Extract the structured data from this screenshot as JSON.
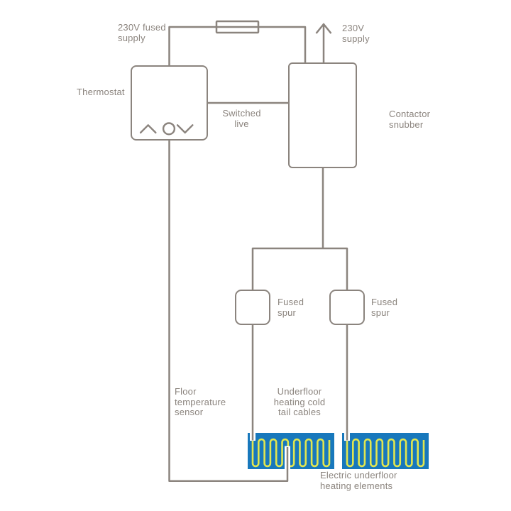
{
  "diagram": {
    "labels": {
      "fused_supply": "230V fused\nsupply",
      "supply": "230V\nsupply",
      "thermostat": "Thermostat",
      "switched_live": "Switched\nlive",
      "contactor_snubber": "Contactor\nsnubber",
      "fused_spur_left": "Fused\nspur",
      "fused_spur_right": "Fused\nspur",
      "floor_sensor": "Floor\ntemperature\nsensor",
      "cold_tail_cables": "Underfloor\nheating cold\ntail cables",
      "heating_elements": "Electric underfloor\nheating elements"
    },
    "icons": {
      "chevron-up-icon": "^",
      "dial-icon": "○",
      "chevron-down-icon": "v",
      "arrow-up-icon": "↑",
      "fuse-icon": "▭"
    },
    "colors": {
      "wire": "#8B847E",
      "text": "#8B847E",
      "heating_mat_blue": "#1878BC",
      "heating_cable_yellow": "#E2E64F",
      "background": "#FFFFFF"
    }
  }
}
